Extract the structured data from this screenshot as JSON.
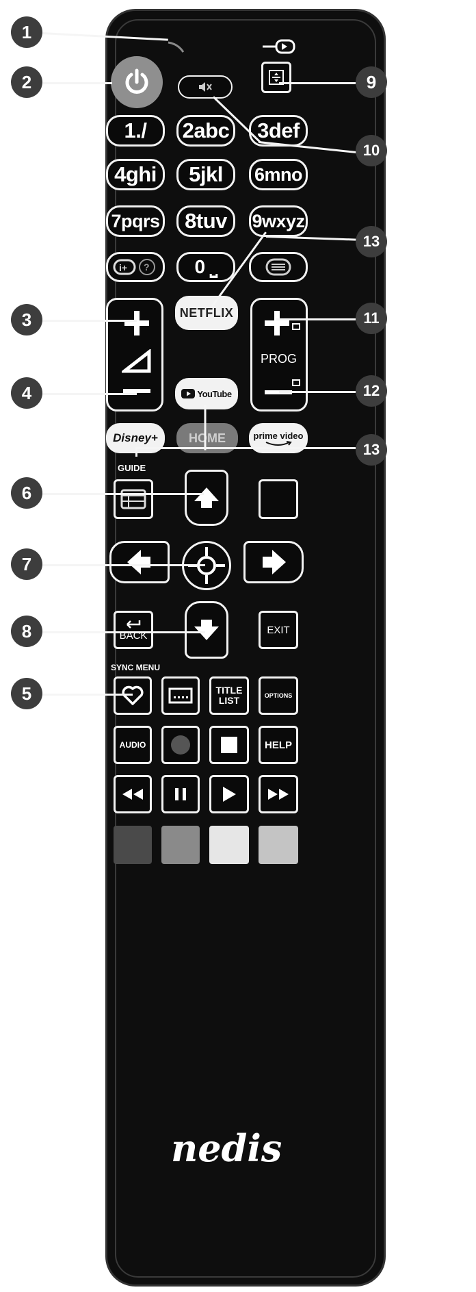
{
  "callouts": [
    "1",
    "2",
    "3",
    "4",
    "5",
    "6",
    "7",
    "8",
    "9",
    "10",
    "11",
    "12",
    "13",
    "13"
  ],
  "keys": {
    "power": "power-icon",
    "mute": "mute-icon",
    "source": "source-icon",
    "digits": [
      "1./",
      "2abc",
      "3def",
      "4ghi",
      "5jkl",
      "6mno",
      "7pqrs",
      "8tuv",
      "9wxyz"
    ],
    "zero": "0 ⎵",
    "netflix": "NETFLIX",
    "prog": "PROG",
    "youtube": "YouTube",
    "disney": "Disney+",
    "home": "HOME",
    "prime": "prime video",
    "guide": "GUIDE",
    "back": "BACK",
    "exit": "EXIT",
    "sync_menu": "SYNC MENU",
    "title_list": "TITLE LIST",
    "options": "OPTIONS",
    "audio": "AUDIO",
    "help": "HELP",
    "brand": "nedis"
  },
  "colors": {
    "body": "#0e0e0e",
    "callout": "#3d3d3d",
    "color_keys": [
      "#4a4a4a",
      "#8a8a8a",
      "#e6e6e6",
      "#c4c4c4"
    ],
    "home_key": "#7a7a7a"
  }
}
